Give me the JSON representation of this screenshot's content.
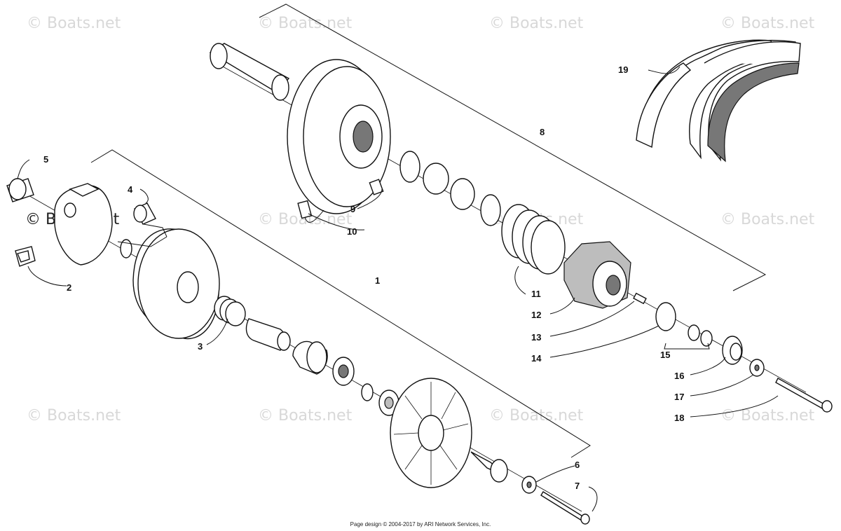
{
  "watermark": "© Boats.net",
  "footer": "Page design © 2004-2017 by ARI Network Services, Inc.",
  "callouts": {
    "c1": "1",
    "c2": "2",
    "c3": "3",
    "c4": "4",
    "c5": "5",
    "c6": "6",
    "c7": "7",
    "c8": "8",
    "c9": "9",
    "c10": "10",
    "c11": "11",
    "c12": "12",
    "c13": "13",
    "c14": "14",
    "c15": "15",
    "c16": "16",
    "c17": "17",
    "c18": "18",
    "c19": "19"
  }
}
